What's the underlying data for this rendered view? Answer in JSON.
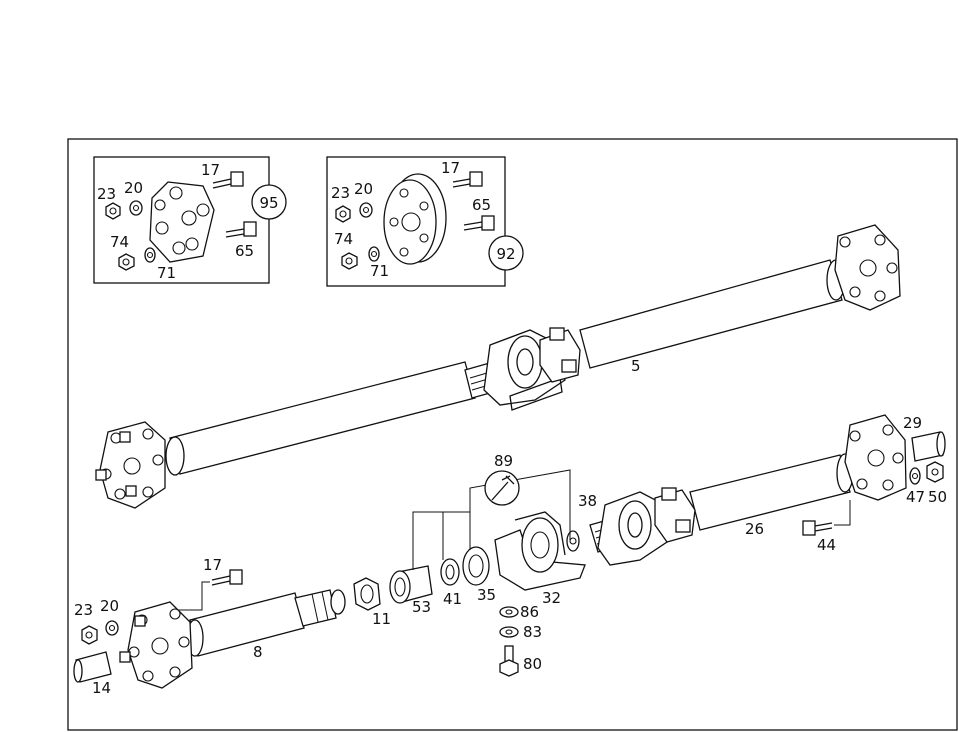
{
  "inset_95": {
    "badge": "95",
    "labels": [
      "17",
      "23",
      "20",
      "74",
      "71",
      "65"
    ]
  },
  "inset_92": {
    "badge": "92",
    "labels": [
      "17",
      "23",
      "20",
      "74",
      "71",
      "65"
    ]
  },
  "main": {
    "labels": {
      "p5": "5",
      "p29": "29",
      "p89": "89",
      "p38": "38",
      "p26": "26",
      "p44": "44",
      "p47": "47",
      "p50": "50",
      "p17": "17",
      "p23": "23",
      "p20": "20",
      "p14": "14",
      "p8": "8",
      "p11": "11",
      "p53": "53",
      "p41": "41",
      "p35": "35",
      "p32": "32",
      "p86": "86",
      "p83": "83",
      "p80": "80"
    }
  }
}
